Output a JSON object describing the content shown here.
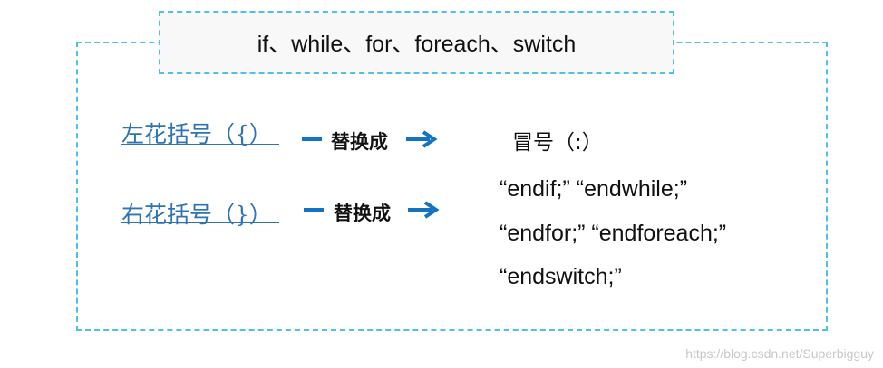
{
  "title": "if、while、for、foreach、switch",
  "rows": [
    {
      "label": "左花括号（{）",
      "replace_text": "替换成",
      "result": "冒号（:）"
    },
    {
      "label": "右花括号（}）",
      "replace_text": "替换成",
      "result_lines": [
        "“endif;” “endwhile;”",
        "“endfor;” “endforeach;”",
        "“endswitch;”"
      ]
    }
  ],
  "watermark": "https://blog.csdn.net/Superbigguy",
  "colors": {
    "dashed_border": "#4fc1e9",
    "label_blue": "#2e74b5",
    "arrow_blue": "#1273c0"
  }
}
